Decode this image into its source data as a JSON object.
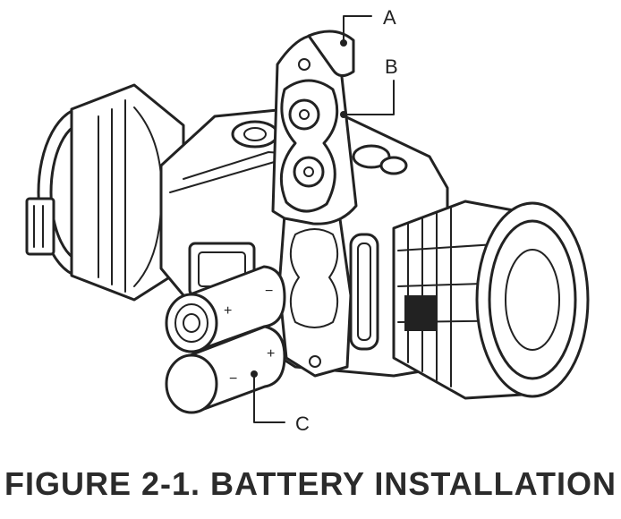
{
  "figure": {
    "caption": "FIGURE 2-1. BATTERY INSTALLATION",
    "callouts": [
      {
        "letter": "A"
      },
      {
        "letter": "B"
      },
      {
        "letter": "C"
      }
    ],
    "battery_marks": {
      "plus": "+",
      "minus": "−"
    },
    "colors": {
      "line": "#222222",
      "background": "#ffffff"
    }
  }
}
